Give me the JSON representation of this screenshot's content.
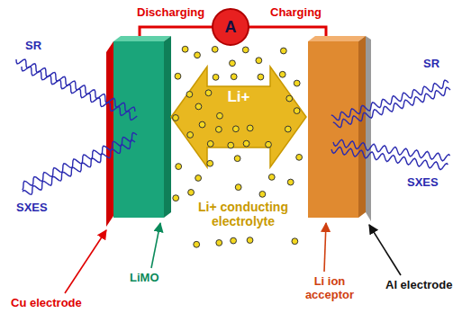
{
  "diagram": {
    "nodes": [
      {
        "text": [
          "A"
        ]
      },
      {
        "text": [
          "Li+"
        ]
      }
    ],
    "labels": [
      "Discharging",
      "Charging",
      "SR",
      "SXES",
      "SR",
      "SXES",
      "Li+ conducting electrolyte",
      "Cu electrode",
      "LiMO",
      "Li ion acceptor",
      "Al electrode"
    ]
  }
}
